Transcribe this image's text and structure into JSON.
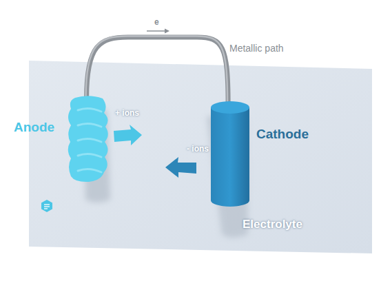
{
  "diagram": {
    "nodes": [
      {
        "text": [
          "Electrolyte"
        ]
      },
      {
        "text": [
          "Anode"
        ],
        "in": 0
      },
      {
        "text": [
          "Cathode"
        ],
        "in": 0
      }
    ],
    "edges": [
      {
        "from": 1,
        "to": 2,
        "arrow": "none"
      }
    ],
    "labels": [
      "e",
      "Metallic path",
      "+ ions",
      "- ions"
    ]
  }
}
